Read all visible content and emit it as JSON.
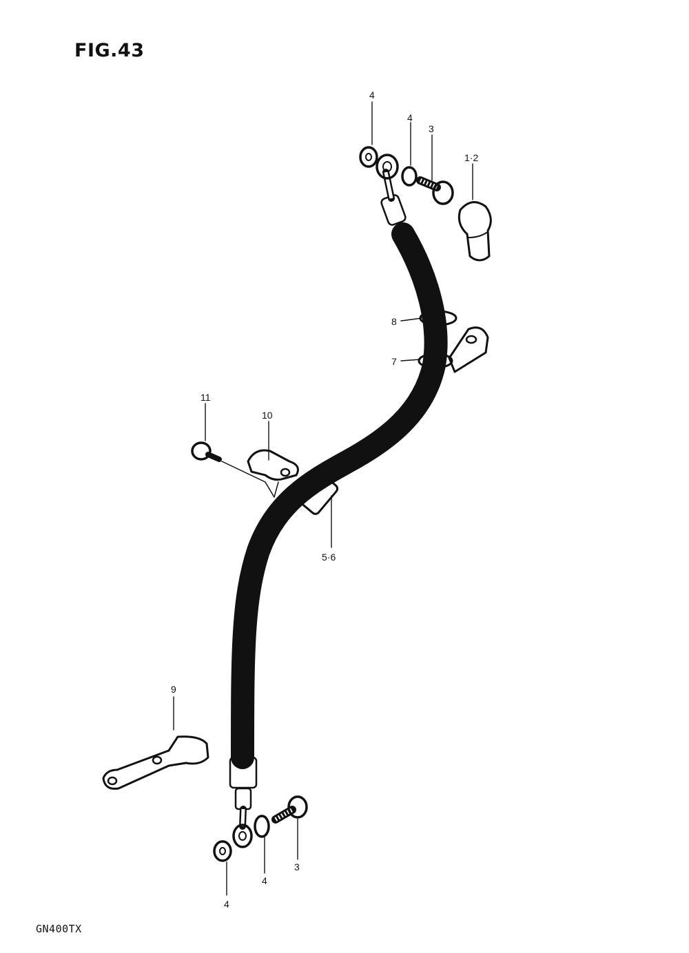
{
  "figure": {
    "title": "FIG.43",
    "model": "GN400TX"
  },
  "callouts": [
    {
      "id": "c4a",
      "text": "4"
    },
    {
      "id": "c4b",
      "text": "4"
    },
    {
      "id": "c3a",
      "text": "3"
    },
    {
      "id": "c12",
      "text": "1·2"
    },
    {
      "id": "c8",
      "text": "8"
    },
    {
      "id": "c7",
      "text": "7"
    },
    {
      "id": "c11",
      "text": "11"
    },
    {
      "id": "c10",
      "text": "10"
    },
    {
      "id": "c56",
      "text": "5·6"
    },
    {
      "id": "c9",
      "text": "9"
    },
    {
      "id": "c3b",
      "text": "3"
    },
    {
      "id": "c4c",
      "text": "4"
    },
    {
      "id": "c4d",
      "text": "4"
    }
  ],
  "parts": [
    "washer-top-left",
    "banjo-top",
    "washer-top-right",
    "union-bolt-top",
    "caliper-cap",
    "hose-grommet",
    "hose-clamp-upper",
    "bolt",
    "clamp",
    "hose-joint",
    "brake-hose",
    "bracket-lower",
    "banjo-bottom",
    "washer-bottom-left",
    "washer-bottom-right",
    "union-bolt-bottom"
  ],
  "colors": {
    "ink": "#111111",
    "paper": "#ffffff"
  }
}
